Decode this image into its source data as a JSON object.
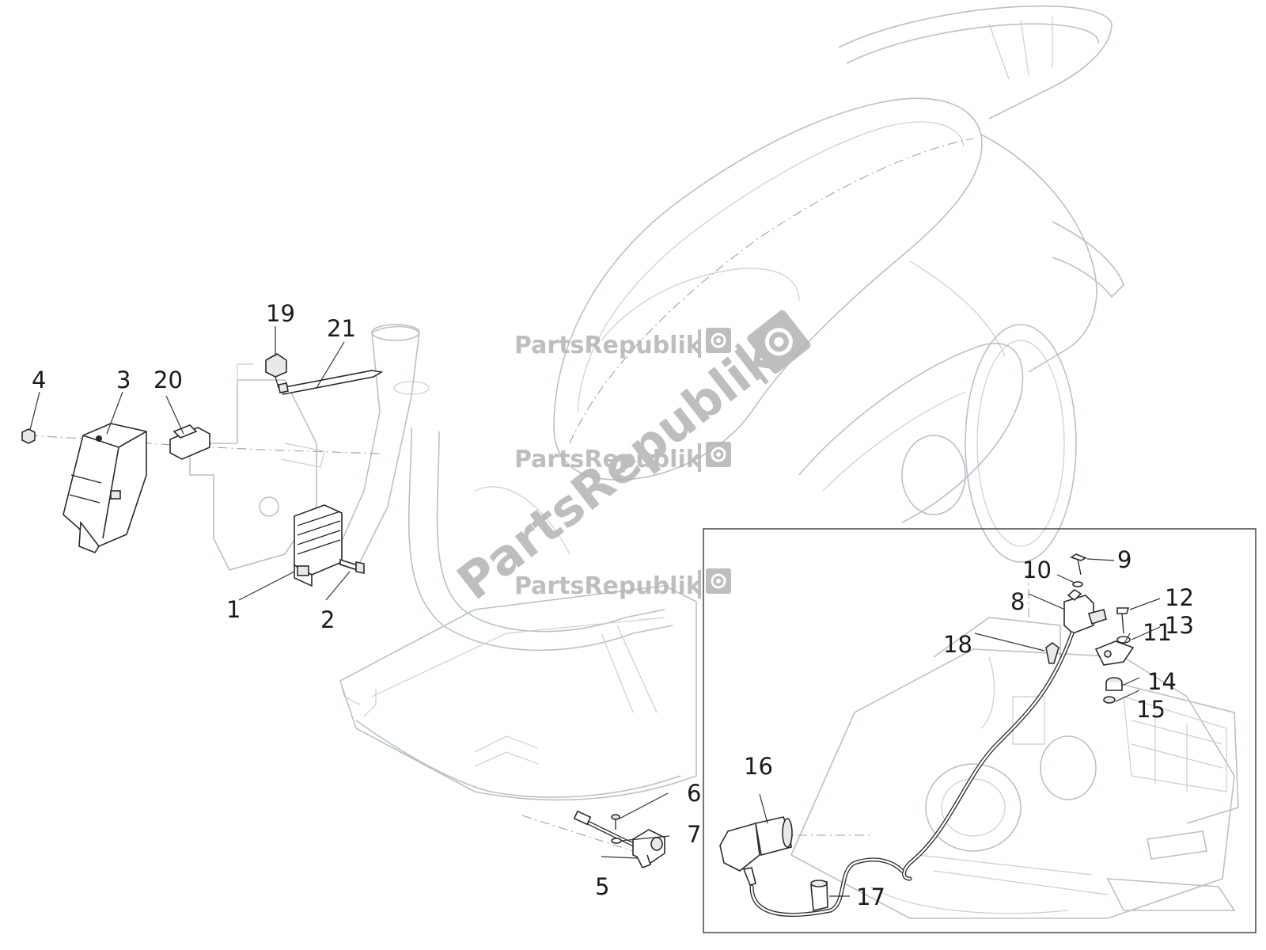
{
  "watermark": {
    "brand": "PartsRepublik",
    "brand_rotated": "PartsRepublik"
  },
  "callouts": [
    {
      "id": "1",
      "label": "1"
    },
    {
      "id": "2",
      "label": "2"
    },
    {
      "id": "3",
      "label": "3"
    },
    {
      "id": "4",
      "label": "4"
    },
    {
      "id": "5",
      "label": "5"
    },
    {
      "id": "6",
      "label": "6"
    },
    {
      "id": "7",
      "label": "7"
    },
    {
      "id": "8",
      "label": "8"
    },
    {
      "id": "9",
      "label": "9"
    },
    {
      "id": "10",
      "label": "10"
    },
    {
      "id": "11",
      "label": "11"
    },
    {
      "id": "12",
      "label": "12"
    },
    {
      "id": "13",
      "label": "13"
    },
    {
      "id": "14",
      "label": "14"
    },
    {
      "id": "15",
      "label": "15"
    },
    {
      "id": "16",
      "label": "16"
    },
    {
      "id": "17",
      "label": "17"
    },
    {
      "id": "18",
      "label": "18"
    },
    {
      "id": "19",
      "label": "19"
    },
    {
      "id": "20",
      "label": "20"
    },
    {
      "id": "21",
      "label": "21"
    }
  ],
  "colors": {
    "line": "#2a2a2a",
    "ghost": "#b9c0c9",
    "watermark": "#b3b3b3"
  }
}
